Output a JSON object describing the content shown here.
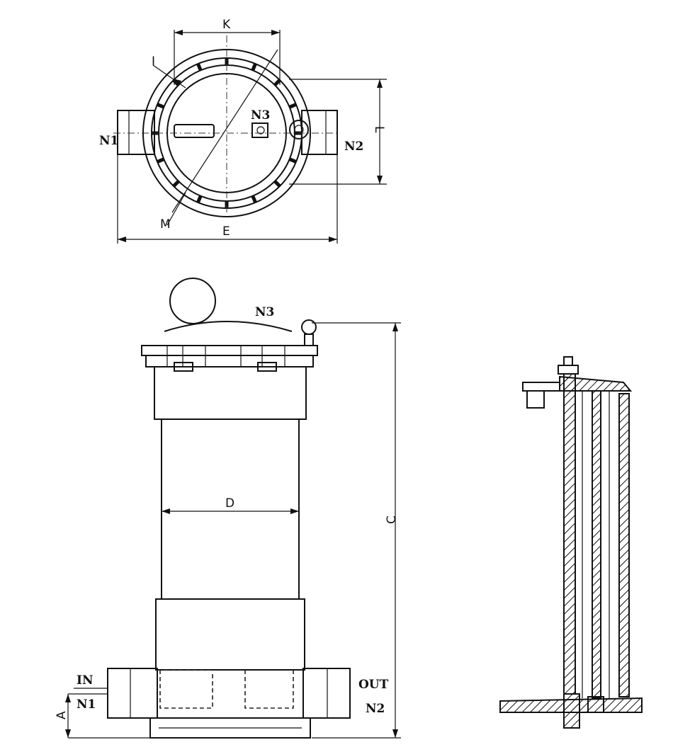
{
  "top_view": {
    "dim_k": "K",
    "dim_e": "E",
    "dim_l": "L",
    "dim_i": "I",
    "dim_m": "M",
    "port_n1": "N1",
    "port_n2": "N2",
    "port_n3": "N3"
  },
  "front_view": {
    "port_n3": "N3",
    "dim_d": "D",
    "dim_c": "C",
    "dim_a": "A",
    "inlet_label": "IN",
    "inlet_port": "N1",
    "outlet_label": "OUT",
    "outlet_port": "N2"
  }
}
